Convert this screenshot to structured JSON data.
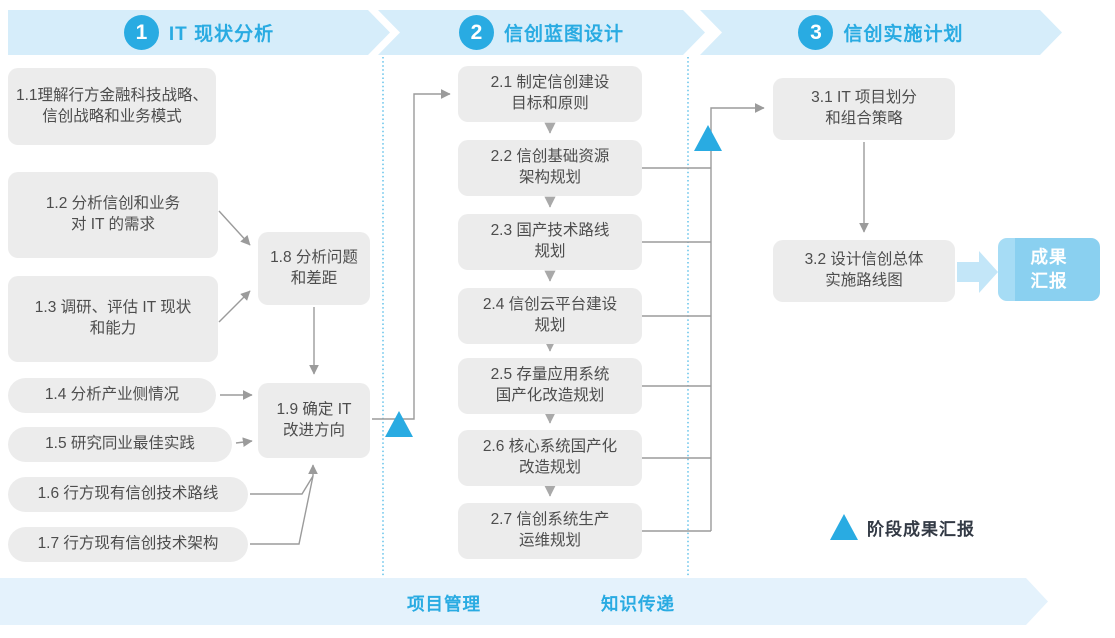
{
  "colors": {
    "accent": "#29abe2",
    "band_fill": "#d6edfa",
    "bottom_band_fill": "#e4f2fc",
    "node_fill": "#ececec",
    "node_text": "#4d4d4d",
    "connector": "#9b9b9b",
    "result_fill": "#8ad0f0",
    "result_stripe": "#a6dcf5",
    "fat_arrow_fill": "#c3e6f8",
    "legend_text": "#333a45"
  },
  "phases": [
    {
      "number": "1",
      "title": "IT 现状分析"
    },
    {
      "number": "2",
      "title": "信创蓝图设计"
    },
    {
      "number": "3",
      "title": "信创实施计划"
    }
  ],
  "boxes": {
    "b11": "1.1理解行方金融科技战略、\n信创战略和业务模式",
    "b12": "1.2 分析信创和业务\n对 IT 的需求",
    "b13": "1.3 调研、评估 IT 现状\n和能力",
    "b14": "1.4 分析产业侧情况",
    "b15": "1.5 研究同业最佳实践",
    "b16": "1.6 行方现有信创技术路线",
    "b17": "1.7 行方现有信创技术架构",
    "b18": "1.8 分析问题\n和差距",
    "b19": "1.9 确定 IT\n改进方向",
    "b21": "2.1 制定信创建设\n目标和原则",
    "b22": "2.2 信创基础资源\n架构规划",
    "b23": "2.3 国产技术路线\n规划",
    "b24": "2.4 信创云平台建设\n规划",
    "b25": "2.5 存量应用系统\n国产化改造规划",
    "b26": "2.6 核心系统国产化\n改造规划",
    "b27": "2.7 信创系统生产\n运维规划",
    "b31": "3.1 IT 项目划分\n和组合策略",
    "b32": "3.2 设计信创总体\n实施路线图"
  },
  "result_box": "成果\n汇报",
  "bottom_bar": {
    "items": [
      "项目管理",
      "知识传递"
    ]
  },
  "legend": {
    "label": "阶段成果汇报"
  }
}
